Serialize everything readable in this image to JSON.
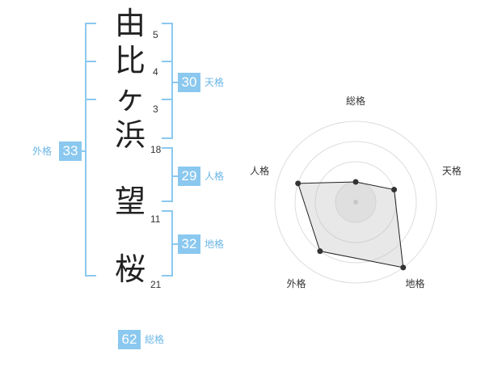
{
  "name": {
    "chars": [
      {
        "char": "由",
        "strokes": "5"
      },
      {
        "char": "比",
        "strokes": "4"
      },
      {
        "char": "ヶ",
        "strokes": "3"
      },
      {
        "char": "浜",
        "strokes": "18"
      },
      {
        "char": "望",
        "strokes": "11"
      },
      {
        "char": "桜",
        "strokes": "21"
      }
    ]
  },
  "fortunes": {
    "tenkaku": {
      "value": "30",
      "label": "天格"
    },
    "jinkaku": {
      "value": "29",
      "label": "人格"
    },
    "chikaku": {
      "value": "32",
      "label": "地格"
    },
    "gaikaku": {
      "value": "33",
      "label": "外格"
    },
    "soukaku": {
      "value": "62",
      "label": "総格"
    }
  },
  "colors": {
    "accent": "#8ac8ef",
    "label": "#6bb6e6"
  },
  "chart_data": {
    "type": "radar",
    "axes": [
      "総格",
      "天格",
      "地格",
      "外格",
      "人格"
    ],
    "values": [
      1,
      2,
      4,
      3,
      3
    ],
    "max": 4,
    "rings": 4
  }
}
